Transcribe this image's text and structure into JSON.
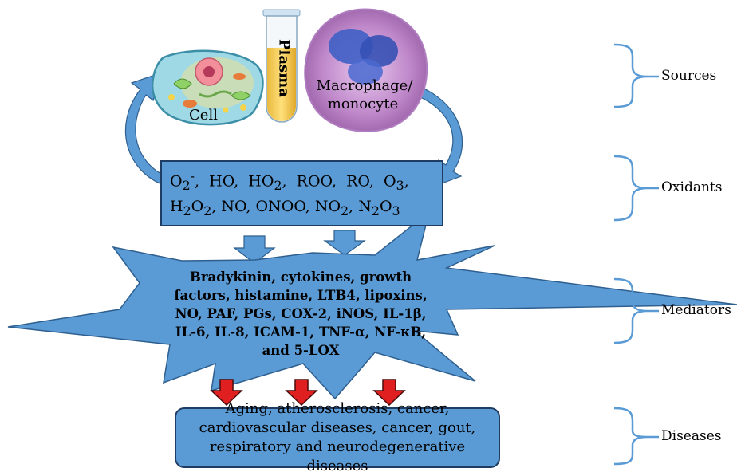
{
  "sources": {
    "cell_label": "Cell",
    "plasma_label": "Plasma",
    "macrophage_label_line1": "Macrophage/",
    "macrophage_label_line2": "monocyte"
  },
  "oxidants": {
    "line1": [
      "O",
      "2",
      "-",
      ",  HO,  HO",
      "2",
      ",  ROO,  RO,  O",
      "3",
      ","
    ],
    "line2": [
      "H",
      "2",
      "O",
      "2",
      ", NO, ONOO, NO",
      "2",
      ", N",
      "2",
      "O",
      "3"
    ]
  },
  "mediators": {
    "text": "Bradykinin, cytokines, growth factors, histamine, LTB4, lipoxins, NO, PAF, PGs, COX-2, iNOS, IL-1β, IL-6, IL-8, ICAM-1, TNF-α, NF-κB, and 5-LOX"
  },
  "diseases": {
    "text": "Aging, atherosclerosis, cancer, cardiovascular diseases, cancer, gout, respiratory and neurodegenerative diseases"
  },
  "brackets": [
    {
      "label": "Sources"
    },
    {
      "label": "Oxidants"
    },
    {
      "label": "Mediators"
    },
    {
      "label": "Diseases"
    }
  ],
  "colors": {
    "box_fill": "#5b9bd5",
    "box_border": "#1f3c63",
    "bracket": "#5b9bd5",
    "red_arrow": "#e02020"
  }
}
